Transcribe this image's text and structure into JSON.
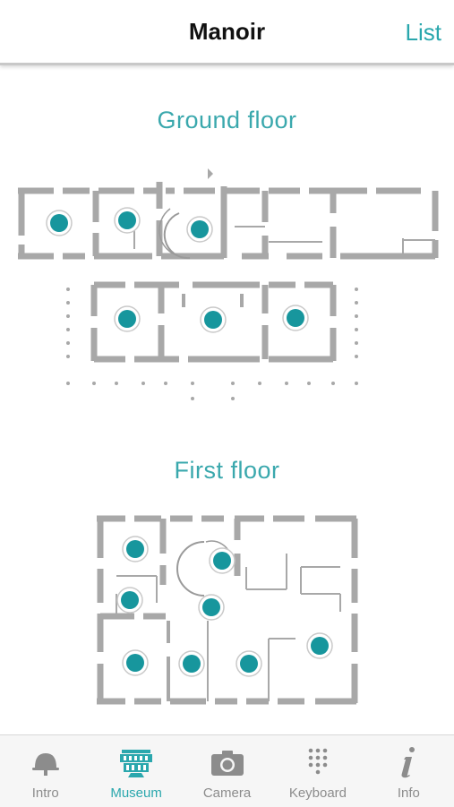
{
  "header": {
    "title": "Manoir",
    "list_label": "List"
  },
  "floors": [
    {
      "title": "Ground floor"
    },
    {
      "title": "First floor"
    }
  ],
  "tabs": [
    {
      "label": "Intro",
      "icon": "bell-icon",
      "active": false
    },
    {
      "label": "Museum",
      "icon": "museum-icon",
      "active": true
    },
    {
      "label": "Camera",
      "icon": "camera-icon",
      "active": false
    },
    {
      "label": "Keyboard",
      "icon": "keypad-icon",
      "active": false
    },
    {
      "label": "Info",
      "icon": "info-icon",
      "active": false
    }
  ],
  "colors": {
    "accent": "#2aa7ad",
    "marker": "#17969d",
    "wall": "#a8a8a8",
    "inactive": "#8c8c8c"
  }
}
